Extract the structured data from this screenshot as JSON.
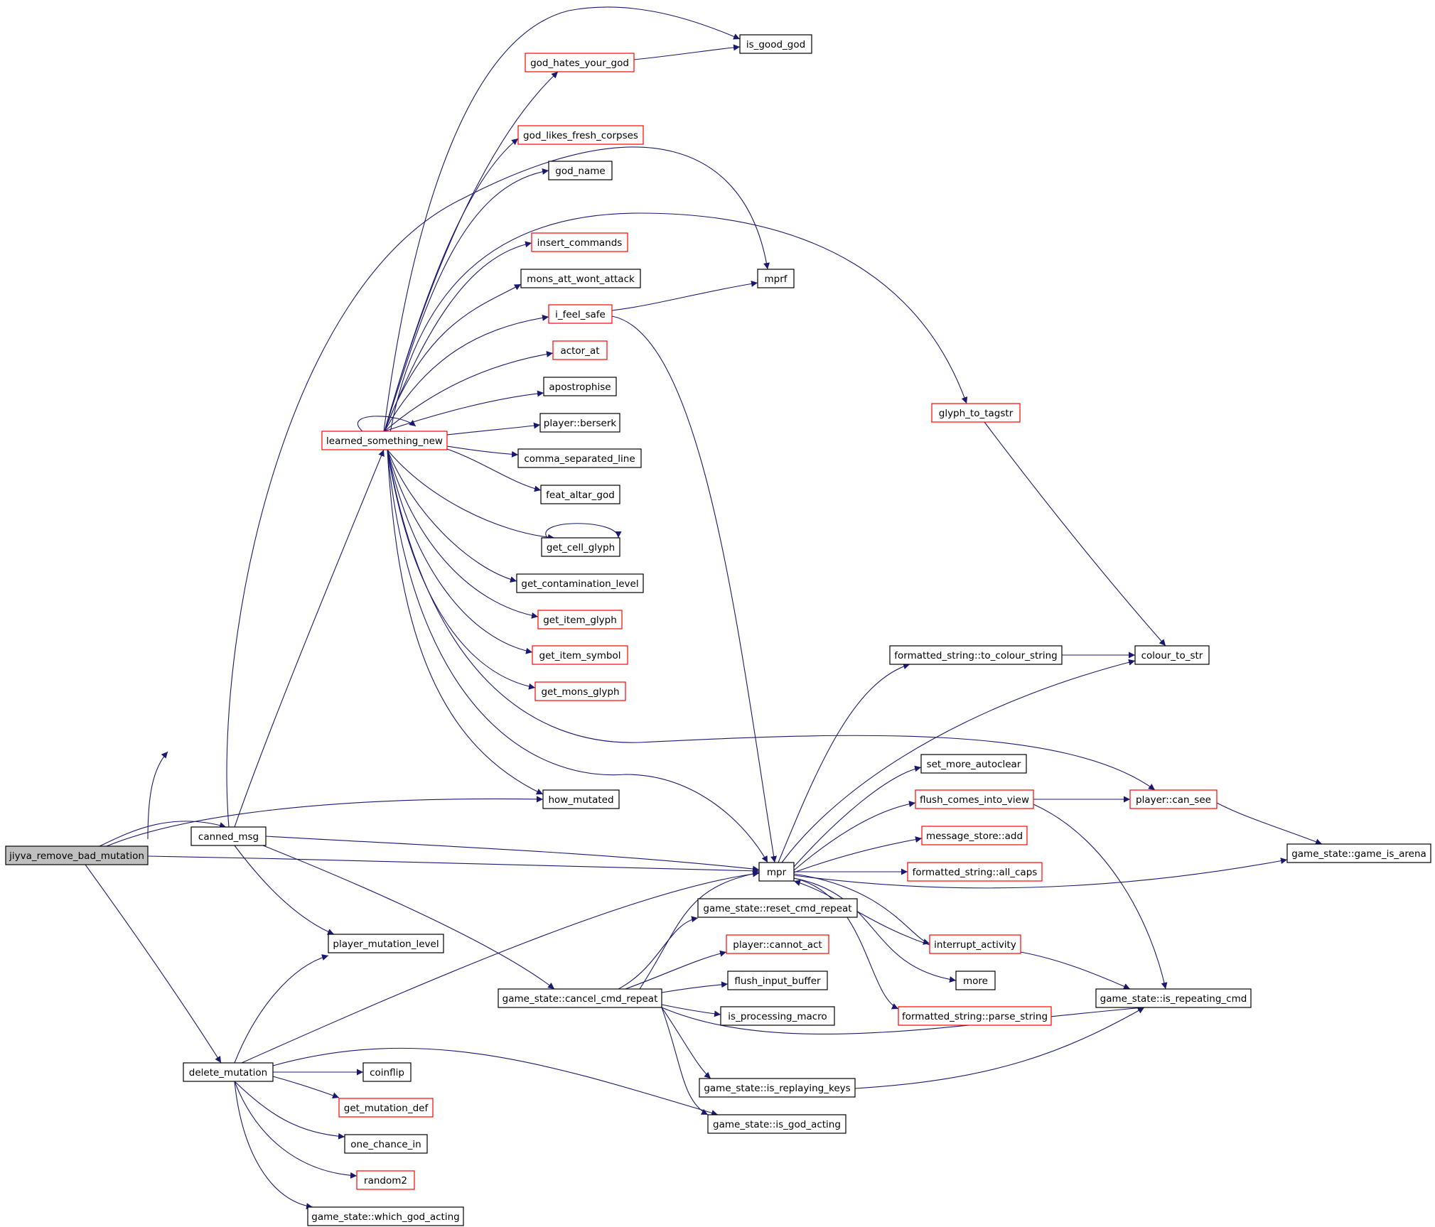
{
  "colors": {
    "edge": "#191970",
    "border_default": "#000000",
    "border_truncated": "#ff0000",
    "root_fill": "#bfbfbf",
    "node_fill": "#ffffff"
  },
  "nodes": {
    "root": "jiyva_remove_bad_mutation",
    "canned_msg": "canned_msg",
    "delete_mutation": "delete_mutation",
    "learned_something_new": "learned_something_new",
    "player_mutation_level": "player_mutation_level",
    "god_hates_your_god": "god_hates_your_god",
    "is_good_god": "is_good_god",
    "god_likes_fresh_corpses": "god_likes_fresh_corpses",
    "god_name": "god_name",
    "insert_commands": "insert_commands",
    "mons_att_wont_attack": "mons_att_wont_attack",
    "mprf": "mprf",
    "i_feel_safe": "i_feel_safe",
    "actor_at": "actor_at",
    "apostrophise": "apostrophise",
    "player_berserk": "player::berserk",
    "comma_separated_line": "comma_separated_line",
    "feat_altar_god": "feat_altar_god",
    "get_cell_glyph": "get_cell_glyph",
    "get_contamination_level": "get_contamination_level",
    "get_item_glyph": "get_item_glyph",
    "get_item_symbol": "get_item_symbol",
    "get_mons_glyph": "get_mons_glyph",
    "glyph_to_tagstr": "glyph_to_tagstr",
    "how_mutated": "how_mutated",
    "mpr": "mpr",
    "formatted_string_to_colour_string": "formatted_string::to_colour_string",
    "colour_to_str": "colour_to_str",
    "set_more_autoclear": "set_more_autoclear",
    "flush_comes_into_view": "flush_comes_into_view",
    "player_can_see": "player::can_see",
    "message_store_add": "message_store::add",
    "formatted_string_all_caps": "formatted_string::all_caps",
    "game_state_game_is_arena": "game_state::game_is_arena",
    "game_state_reset_cmd_repeat": "game_state::reset_cmd_repeat",
    "player_cannot_act": "player::cannot_act",
    "interrupt_activity": "interrupt_activity",
    "flush_input_buffer": "flush_input_buffer",
    "more": "more",
    "game_state_cancel_cmd_repeat": "game_state::cancel_cmd_repeat",
    "is_processing_macro": "is_processing_macro",
    "formatted_string_parse_string": "formatted_string::parse_string",
    "game_state_is_repeating_cmd": "game_state::is_repeating_cmd",
    "coinflip": "coinflip",
    "game_state_is_replaying_keys": "game_state::is_replaying_keys",
    "get_mutation_def": "get_mutation_def",
    "game_state_is_god_acting": "game_state::is_god_acting",
    "one_chance_in": "one_chance_in",
    "random2": "random2",
    "game_state_which_god_acting": "game_state::which_god_acting"
  }
}
